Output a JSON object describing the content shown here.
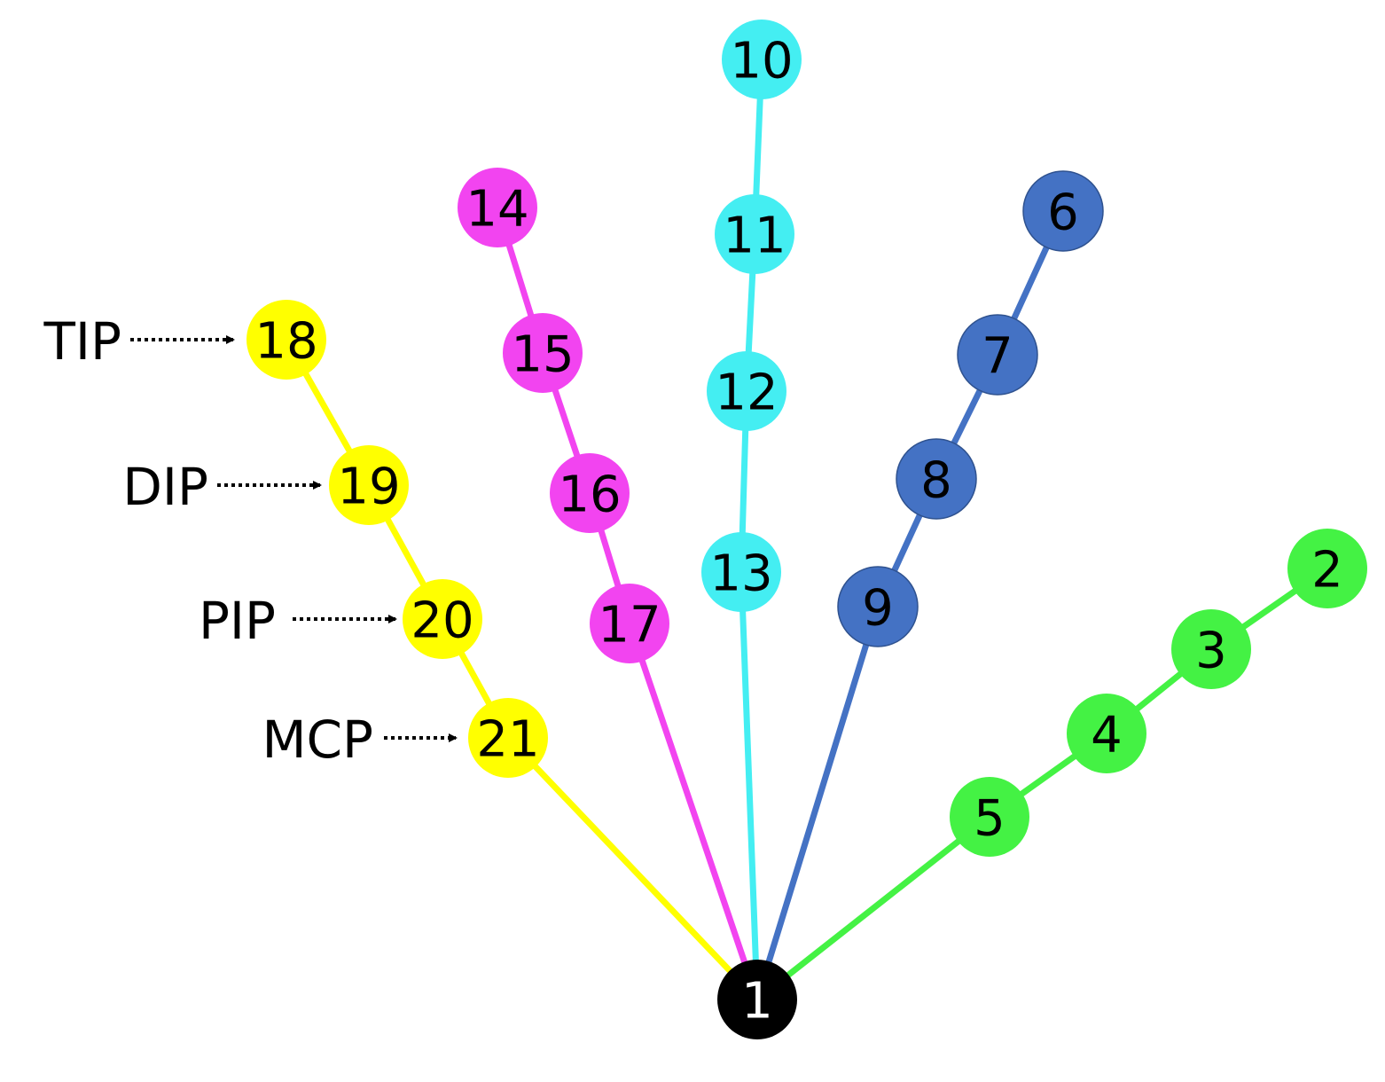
{
  "colors": {
    "wrist": "#000000",
    "thumb": "#44f244",
    "index": "#4472c4",
    "middle": "#44eef2",
    "ring": "#f244f0",
    "pinky": "#ffff00",
    "text": "#000000",
    "wrist_text": "#ffffff"
  },
  "nodes": [
    {
      "label": "1",
      "group": "wrist"
    },
    {
      "label": "2",
      "group": "thumb"
    },
    {
      "label": "3",
      "group": "thumb"
    },
    {
      "label": "4",
      "group": "thumb"
    },
    {
      "label": "5",
      "group": "thumb"
    },
    {
      "label": "6",
      "group": "index"
    },
    {
      "label": "7",
      "group": "index"
    },
    {
      "label": "8",
      "group": "index"
    },
    {
      "label": "9",
      "group": "index"
    },
    {
      "label": "10",
      "group": "middle"
    },
    {
      "label": "11",
      "group": "middle"
    },
    {
      "label": "12",
      "group": "middle"
    },
    {
      "label": "13",
      "group": "middle"
    },
    {
      "label": "14",
      "group": "ring"
    },
    {
      "label": "15",
      "group": "ring"
    },
    {
      "label": "16",
      "group": "ring"
    },
    {
      "label": "17",
      "group": "ring"
    },
    {
      "label": "18",
      "group": "pinky"
    },
    {
      "label": "19",
      "group": "pinky"
    },
    {
      "label": "20",
      "group": "pinky"
    },
    {
      "label": "21",
      "group": "pinky"
    }
  ],
  "edges": [
    [
      "1",
      "5"
    ],
    [
      "5",
      "4"
    ],
    [
      "4",
      "3"
    ],
    [
      "3",
      "2"
    ],
    [
      "1",
      "9"
    ],
    [
      "9",
      "8"
    ],
    [
      "8",
      "7"
    ],
    [
      "7",
      "6"
    ],
    [
      "1",
      "13"
    ],
    [
      "13",
      "12"
    ],
    [
      "12",
      "11"
    ],
    [
      "11",
      "10"
    ],
    [
      "1",
      "17"
    ],
    [
      "17",
      "16"
    ],
    [
      "16",
      "15"
    ],
    [
      "15",
      "14"
    ],
    [
      "1",
      "21"
    ],
    [
      "21",
      "20"
    ],
    [
      "20",
      "19"
    ],
    [
      "19",
      "18"
    ]
  ],
  "joint_labels": [
    {
      "text": "TIP",
      "target": "18"
    },
    {
      "text": "DIP",
      "target": "19"
    },
    {
      "text": "PIP",
      "target": "20"
    },
    {
      "text": "MCP",
      "target": "21"
    }
  ]
}
